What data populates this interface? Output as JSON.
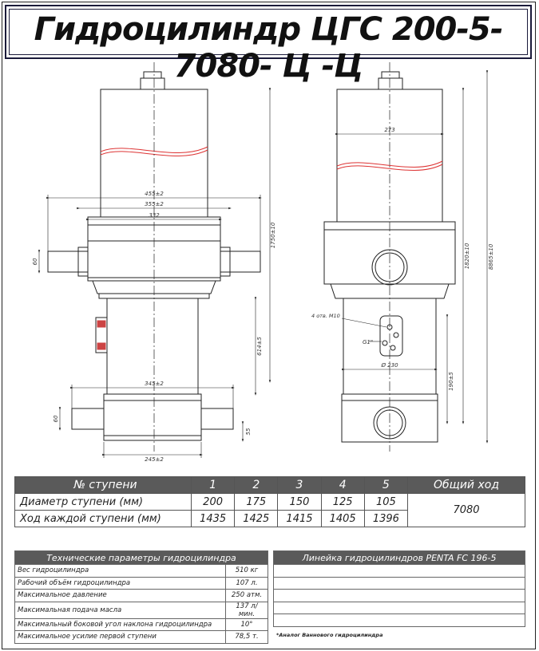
{
  "title": "Гидроцилиндр ЦГС  200-5-7080- Ц -Ц",
  "dims": {
    "d455": "455±2",
    "d355": "355±2",
    "d332": "332",
    "d1750": "1750±10",
    "d60a": "60",
    "d614": "614±5",
    "d345": "345±2",
    "d245": "245±2",
    "d60b": "60",
    "d55": "55",
    "d273": "273",
    "d1820": "1820±10",
    "d8865": "8865±10",
    "holes": "4  отв. М10",
    "g1": "G1\"",
    "d230": "Ø 230",
    "d190": "190±5"
  },
  "stages": {
    "header_label": "№ ступени",
    "numbers": [
      "1",
      "2",
      "3",
      "4",
      "5"
    ],
    "total_label": "Общий ход",
    "diameter_label": "Диаметр ступени (мм)",
    "diameters": [
      "200",
      "175",
      "150",
      "125",
      "105"
    ],
    "stroke_label": "Ход каждой ступени (мм)",
    "strokes": [
      "1435",
      "1425",
      "1415",
      "1405",
      "1396"
    ],
    "total": "7080"
  },
  "params": {
    "header": "Технические параметры гидроцилиндра",
    "rows": [
      {
        "label": "Вес гидроцилиндра",
        "value": "510 кг"
      },
      {
        "label": "Рабочий объём гидроцилиндра",
        "value": "107 л."
      },
      {
        "label": "Максимальное давление",
        "value": "250 атм."
      },
      {
        "label": "Максимальная подача масла",
        "value": "137 л/мин."
      },
      {
        "label": "Максимальный боковой угол наклона гидроцилиндра",
        "value": "10°"
      },
      {
        "label": "Максимальное усилие первой ступени",
        "value": "78,5 т."
      }
    ]
  },
  "lineup": {
    "header": "Линейка гидроцилиндров PENTA FC 196-5",
    "note": "*Аналог Ваннового гидроцилиндра"
  }
}
